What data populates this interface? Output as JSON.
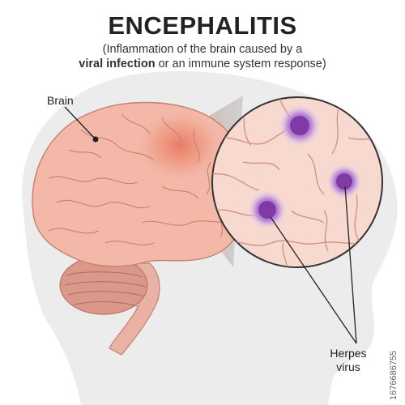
{
  "title": "ENCEPHALITIS",
  "subtitle": {
    "line1": "(Inflammation of the brain caused by a",
    "line2_bold": "viral infection",
    "line2_rest": " or an immune system response)"
  },
  "labels": {
    "brain": "Brain",
    "virus_line1": "Herpes",
    "virus_line2": "virus"
  },
  "watermark": "1676686755",
  "colors": {
    "brain_fill": "#f3b8a8",
    "brain_line": "#c77f70",
    "cerebellum": "#d9988a",
    "inflammation": "#e2472d",
    "virus_core": "#8b3fb0",
    "virus_halo": "#c7a3df",
    "silhouette": "#ebebeb"
  }
}
